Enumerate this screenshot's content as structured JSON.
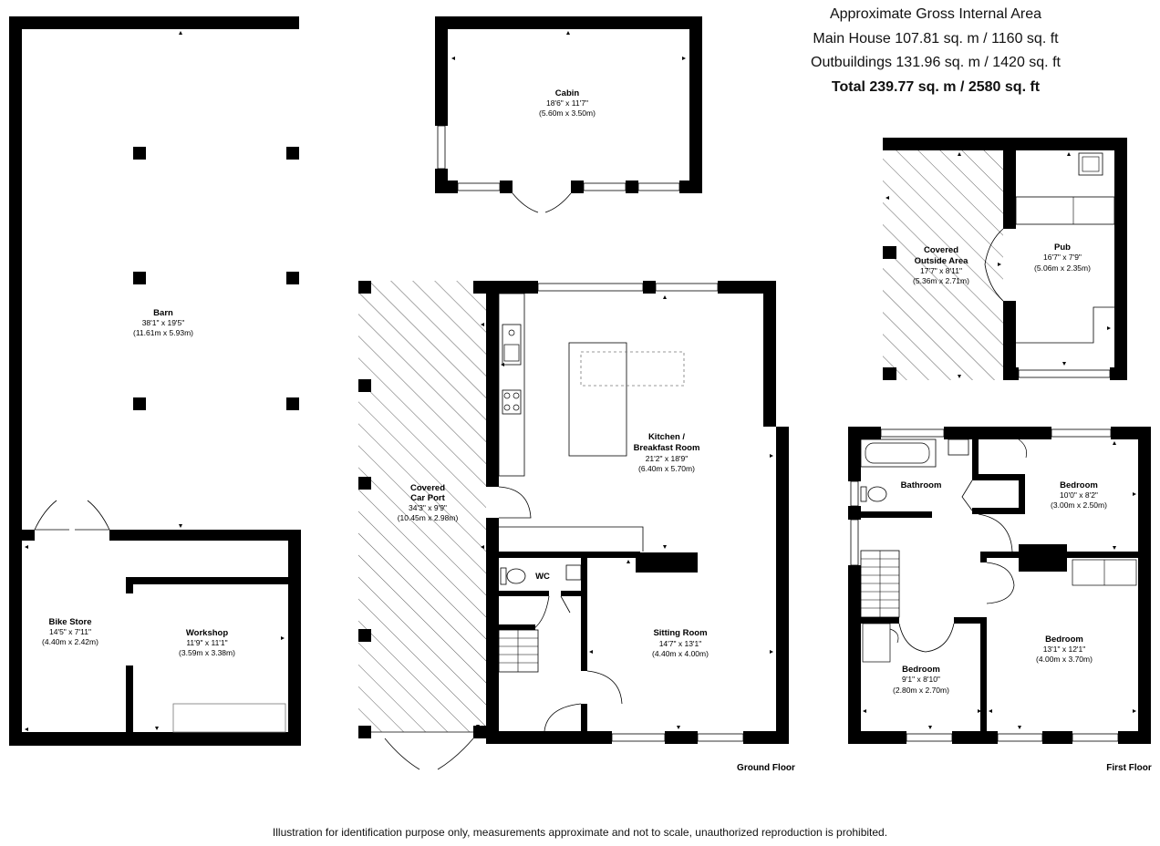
{
  "header": {
    "title": "Approximate Gross Internal Area",
    "main_house": "Main House 107.81 sq. m / 1160 sq. ft",
    "outbuildings": "Outbuildings 131.96 sq. m / 1420 sq. ft",
    "total": "Total 239.77 sq. m / 2580 sq. ft"
  },
  "rooms": {
    "barn": {
      "name": "Barn",
      "imperial": "38'1\" x 19'5\"",
      "metric": "(11.61m x 5.93m)"
    },
    "bike_store": {
      "name": "Bike Store",
      "imperial": "14'5\" x 7'11\"",
      "metric": "(4.40m x 2.42m)"
    },
    "workshop": {
      "name": "Workshop",
      "imperial": "11'9\" x 11'1\"",
      "metric": "(3.59m x 3.38m)"
    },
    "cabin": {
      "name": "Cabin",
      "imperial": "18'6\" x 11'7\"",
      "metric": "(5.60m x 3.50m)"
    },
    "car_port": {
      "name1": "Covered",
      "name2": "Car Port",
      "imperial": "34'3\" x 9'9\"",
      "metric": "(10.45m x 2.98m)"
    },
    "kitchen": {
      "name1": "Kitchen /",
      "name2": "Breakfast Room",
      "imperial": "21'2\" x 18'9\"",
      "metric": "(6.40m x 5.70m)"
    },
    "wc": {
      "name": "WC"
    },
    "sitting_room": {
      "name": "Sitting Room",
      "imperial": "14'7\" x 13'1\"",
      "metric": "(4.40m x 4.00m)"
    },
    "outside_area": {
      "name1": "Covered",
      "name2": "Outside Area",
      "imperial": "17'7\" x 8'11\"",
      "metric": "(5.36m x 2.71m)"
    },
    "pub": {
      "name": "Pub",
      "imperial": "16'7\" x 7'9\"",
      "metric": "(5.06m x 2.35m)"
    },
    "bathroom": {
      "name": "Bathroom"
    },
    "bedroom_1": {
      "name": "Bedroom",
      "imperial": "10'0\" x 8'2\"",
      "metric": "(3.00m x 2.50m)"
    },
    "bedroom_2": {
      "name": "Bedroom",
      "imperial": "13'1\" x 12'1\"",
      "metric": "(4.00m x 3.70m)"
    },
    "bedroom_3": {
      "name": "Bedroom",
      "imperial": "9'1\" x 8'10\"",
      "metric": "(2.80m x 2.70m)"
    }
  },
  "floors": {
    "ground": "Ground Floor",
    "first": "First Floor"
  },
  "disclaimer": "Illustration for identification purpose only, measurements approximate and not to scale, unauthorized reproduction is prohibited."
}
